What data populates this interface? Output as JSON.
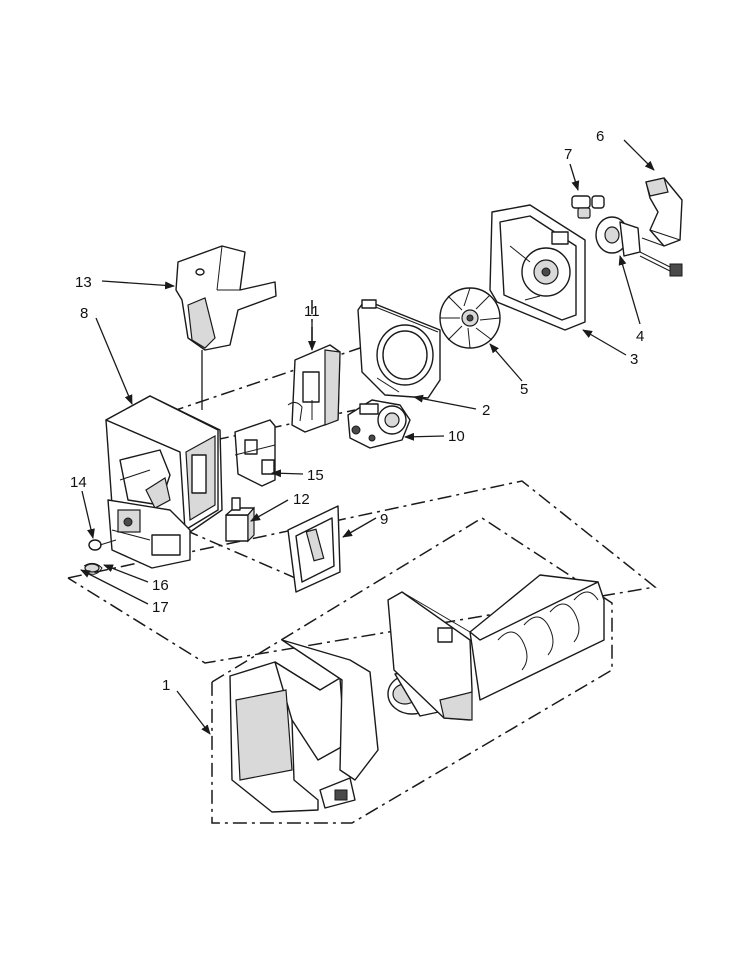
{
  "diagram": {
    "callouts": {
      "p1": "1",
      "p2": "2",
      "p3": "3",
      "p4": "4",
      "p5": "5",
      "p6": "6",
      "p7": "7",
      "p8": "8",
      "p9": "9",
      "p10": "10",
      "p11": "11",
      "p12": "12",
      "p13": "13",
      "p14": "14",
      "p15": "15",
      "p16": "16",
      "p17": "17"
    },
    "line_color": "#1a1a1a",
    "background": "#ffffff"
  }
}
